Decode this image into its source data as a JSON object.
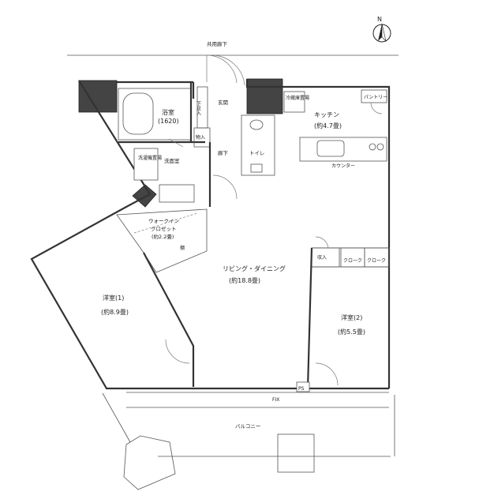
{
  "compass": {
    "north_label": "N"
  },
  "corridor": {
    "label": "共用廊下"
  },
  "rooms": {
    "bath": {
      "name": "浴室",
      "size": "(1620)"
    },
    "entrance": {
      "name": "玄関"
    },
    "shoe_closet": {
      "name": "下足入"
    },
    "fridge": {
      "name": "冷蔵庫置場"
    },
    "kitchen": {
      "name": "キッチン",
      "size": "(約4.7畳)"
    },
    "pantry": {
      "name": "パントリー"
    },
    "storage_small": {
      "name": "物入"
    },
    "washer": {
      "name": "洗濯機置場"
    },
    "washroom": {
      "name": "洗面室"
    },
    "hallway": {
      "name": "廊下"
    },
    "toilet": {
      "name": "トイレ"
    },
    "counter": {
      "name": "カウンター"
    },
    "wic": {
      "name": "ウォークイン",
      "name2": "クロゼット",
      "size": "(約2.2畳)"
    },
    "shelf": {
      "name": "棚"
    },
    "living": {
      "name": "リビング・ダイニング",
      "size": "(約18.8畳)"
    },
    "storage": {
      "name": "収入"
    },
    "closet1": {
      "name": "クローク"
    },
    "closet2": {
      "name": "クローク"
    },
    "western1": {
      "name": "洋室(1)",
      "size": "(約8.9畳)"
    },
    "western2": {
      "name": "洋室(2)",
      "size": "(約5.5畳)"
    },
    "ps": {
      "name": "PS"
    },
    "fix": {
      "name": "FIX"
    },
    "balcony": {
      "name": "バルコニー"
    }
  }
}
